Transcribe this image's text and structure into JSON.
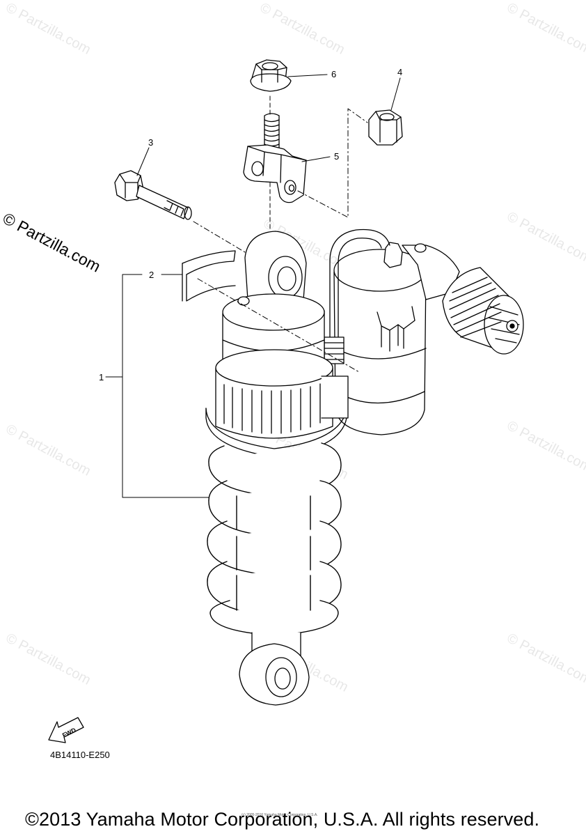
{
  "watermark": {
    "text": "© Partzilla.com"
  },
  "callouts": {
    "c1": "1",
    "c2": "2",
    "c3": "3",
    "c4": "4",
    "c5": "5",
    "c6": "6"
  },
  "fwd_label": "FWD",
  "diagram_code": "4B14110-E250",
  "tiny_note": "(c) 2005-2016 Yamaha Motor Corporation, U.S.A.",
  "copyright": "©2013 Yamaha Motor Corporation, U.S.A. All rights reserved."
}
